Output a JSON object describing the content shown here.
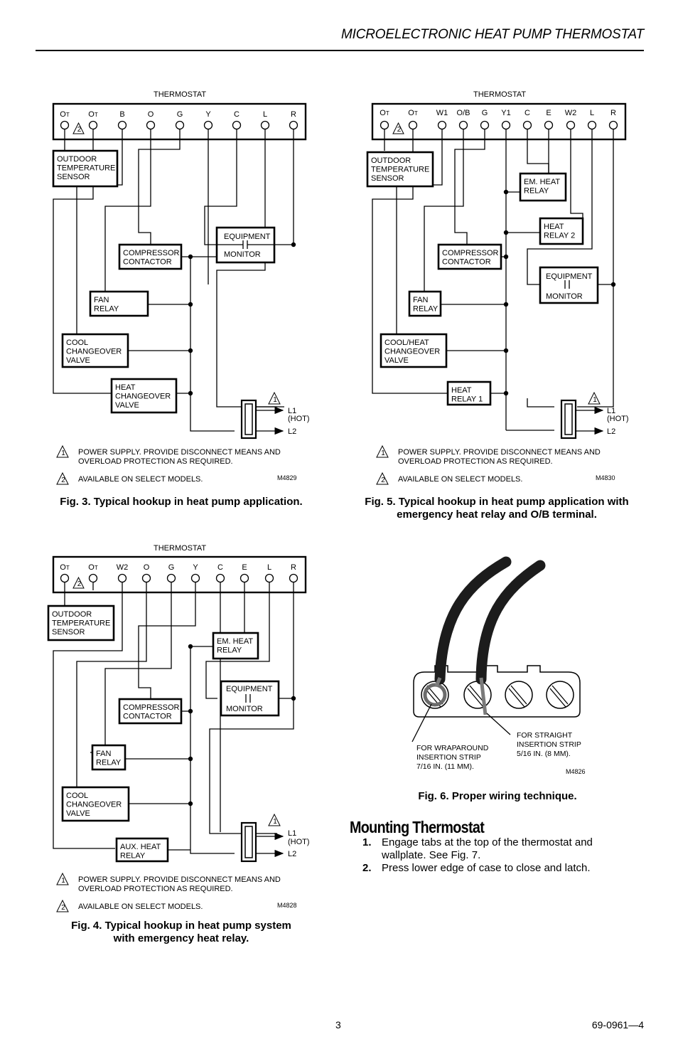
{
  "header": {
    "title": "MICROELECTRONIC HEAT PUMP THERMOSTAT"
  },
  "common": {
    "thermostat_label": "THERMOSTAT",
    "ot_main": "O",
    "ot_sub": "T",
    "note1_num": "1",
    "note2_num": "2",
    "note1_line1": "POWER SUPPLY.  PROVIDE DISCONNECT MEANS AND",
    "note1_line2": "OVERLOAD PROTECTION AS REQUIRED.",
    "note2_text": "AVAILABLE ON SELECT MODELS.",
    "l1": "L1",
    "hot": "(HOT)",
    "l2": "L2"
  },
  "fig3": {
    "terminals": [
      "B",
      "O",
      "G",
      "Y",
      "C",
      "L",
      "R"
    ],
    "boxes": {
      "outdoor": [
        "OUTDOOR",
        "TEMPERATURE",
        "SENSOR"
      ],
      "equipment_top": "EQUIPMENT",
      "equipment_bottom": "MONITOR",
      "compressor": [
        "COMPRESSOR",
        "CONTACTOR"
      ],
      "fan": [
        "FAN",
        "RELAY"
      ],
      "cool": [
        "COOL",
        "CHANGEOVER",
        "VALVE"
      ],
      "heat": [
        "HEAT",
        "CHANGEOVER",
        "VALVE"
      ]
    },
    "code": "M4829",
    "caption": "Fig. 3. Typical hookup in heat pump application."
  },
  "fig5": {
    "terminals": [
      "W1",
      "O/B",
      "G",
      "Y1",
      "C",
      "E",
      "W2",
      "L",
      "R"
    ],
    "boxes": {
      "outdoor": [
        "OUTDOOR",
        "TEMPERATURE",
        "SENSOR"
      ],
      "emheat": [
        "EM. HEAT",
        "RELAY"
      ],
      "heat2": [
        "HEAT",
        "RELAY 2"
      ],
      "compressor": [
        "COMPRESSOR",
        "CONTACTOR"
      ],
      "equipment_top": "EQUIPMENT",
      "equipment_bottom": "MONITOR",
      "fan": [
        "FAN",
        "RELAY"
      ],
      "coolheat": [
        "COOL/HEAT",
        "CHANGEOVER",
        "VALVE"
      ],
      "heat1": [
        "HEAT",
        "RELAY 1"
      ]
    },
    "code": "M4830",
    "caption_line1": "Fig. 5. Typical hookup in heat pump application with",
    "caption_line2": "emergency heat relay and O/B terminal."
  },
  "fig4": {
    "terminals": [
      "W2",
      "O",
      "G",
      "Y",
      "C",
      "E",
      "L",
      "R"
    ],
    "boxes": {
      "outdoor": [
        "OUTDOOR",
        "TEMPERATURE",
        "SENSOR"
      ],
      "emheat": [
        "EM. HEAT",
        "RELAY"
      ],
      "equipment_top": "EQUIPMENT",
      "equipment_bottom": "MONITOR",
      "compressor": [
        "COMPRESSOR",
        "CONTACTOR"
      ],
      "fan": [
        "FAN",
        "RELAY"
      ],
      "cool": [
        "COOL",
        "CHANGEOVER",
        "VALVE"
      ],
      "aux": [
        "AUX. HEAT",
        "RELAY"
      ]
    },
    "code": "M4828",
    "caption_line1": "Fig. 4. Typical hookup in heat pump system",
    "caption_line2": "with emergency heat relay."
  },
  "fig6": {
    "wrap_label": [
      "FOR WRAPAROUND",
      "INSERTION STRIP",
      "7/16 IN. (11 MM)."
    ],
    "straight_label": [
      "FOR STRAIGHT",
      "INSERTION STRIP",
      "5/16 IN. (8 MM)."
    ],
    "code": "M4826",
    "caption": "Fig. 6. Proper wiring technique."
  },
  "mounting": {
    "heading": "Mounting Thermostat",
    "steps": [
      {
        "num": "1.",
        "text": "Engage tabs at the top of the thermostat and wallplate. See Fig. 7."
      },
      {
        "num": "2.",
        "text": "Press lower edge of case to close and latch."
      }
    ]
  },
  "footer": {
    "page": "3",
    "doc": "69-0961—4"
  }
}
